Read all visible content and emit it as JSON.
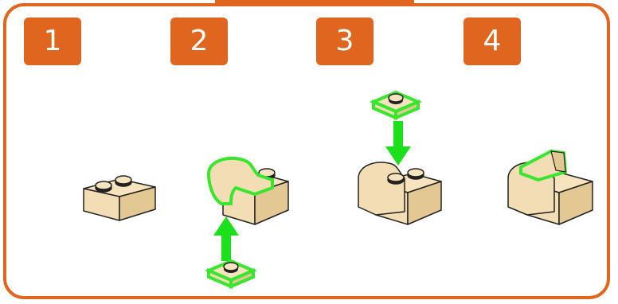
{
  "steps": [
    {
      "number": "1"
    },
    {
      "number": "2"
    },
    {
      "number": "3"
    },
    {
      "number": "4"
    }
  ],
  "colors": {
    "accent": "#E0651F",
    "brick": "#F3DDB4",
    "brick_shadow": "#E4C893",
    "highlight": "#39E62E",
    "arrow": "#1BE01B"
  },
  "icons": [
    "brick-2x1-icon",
    "plate-1x1-icon",
    "slope-brick-icon",
    "arrow-up-icon",
    "arrow-down-icon"
  ]
}
